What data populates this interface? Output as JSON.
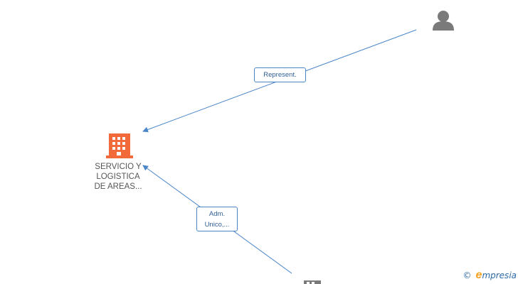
{
  "nodes": {
    "company": {
      "label_lines": [
        "SERVICIO Y",
        "LOGISTICA",
        "DE AREAS..."
      ],
      "icon": "building-icon",
      "color": "#f26a3a"
    },
    "person_top": {
      "icon": "person-icon",
      "color": "#7a7a7a"
    },
    "node_bottom": {
      "icon": "building-icon",
      "color": "#7a7a7a"
    }
  },
  "edges": {
    "represent": {
      "label": "Represent."
    },
    "adm": {
      "label_lines": [
        "Adm.",
        "Unico,..."
      ]
    }
  },
  "colors": {
    "edge": "#4a86c8",
    "edge_label_text": "#2f5f93"
  },
  "watermark": {
    "copyright": "©",
    "brand_initial": "e",
    "brand_rest": "mpresia"
  }
}
